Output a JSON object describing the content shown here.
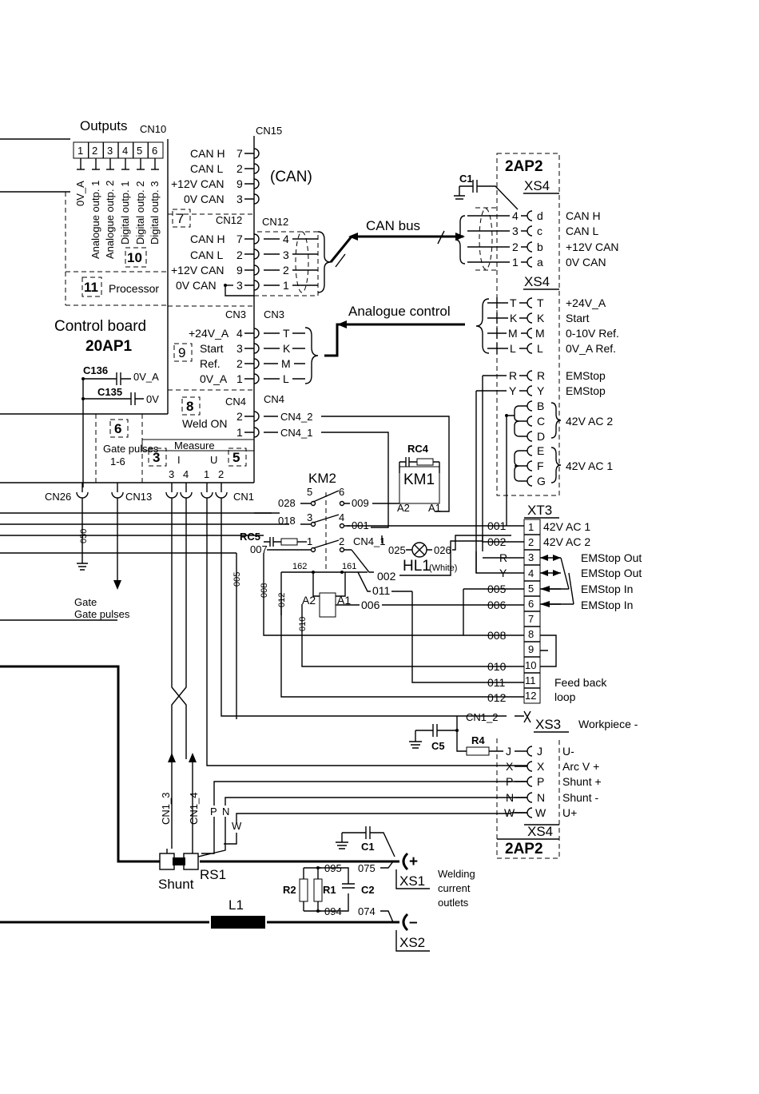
{
  "control_board": {
    "title": "Control board",
    "id": "20AP1"
  },
  "outputs": {
    "title": "Outputs",
    "connector": "CN10",
    "pins": [
      "1",
      "2",
      "3",
      "4",
      "5",
      "6"
    ],
    "labels": [
      "0V_A",
      "Analogue outp. 1",
      "Analogue outp. 2",
      "Digital outp. 1",
      "Digital outp. 2",
      "Digital outp. 3"
    ]
  },
  "blocks": {
    "b7": "7",
    "b10": "10",
    "b11": "11",
    "b9": "9",
    "b8": "8",
    "b6": "6",
    "b3": "3",
    "b5": "5"
  },
  "processor_label": "Processor",
  "can_label": "(CAN)",
  "cn15": {
    "name": "CN15",
    "rows": [
      [
        "CAN H",
        "7"
      ],
      [
        "CAN L",
        "2"
      ],
      [
        "+12V CAN",
        "9"
      ],
      [
        "0V CAN",
        "3"
      ]
    ]
  },
  "cn12": {
    "name": "CN12",
    "mate": "CN12",
    "rows": [
      [
        "CAN H",
        "7",
        "4"
      ],
      [
        "CAN L",
        "2",
        "3"
      ],
      [
        "+12V CAN",
        "9",
        "2"
      ],
      [
        "0V CAN",
        "3",
        "1"
      ]
    ]
  },
  "cn3": {
    "name": "CN3",
    "mate": "CN3",
    "rows": [
      [
        "+24V_A",
        "4",
        "T"
      ],
      [
        "Start",
        "3",
        "K"
      ],
      [
        "Ref.",
        "2",
        "M"
      ],
      [
        "0V_A",
        "1",
        "L"
      ]
    ]
  },
  "cn4": {
    "name": "CN4",
    "mate": "CN4",
    "weld_on": "Weld ON",
    "pins": [
      "2",
      "1"
    ],
    "wires": [
      "CN4_2",
      "CN4_1"
    ]
  },
  "caps_left": {
    "c136": "C136",
    "c136_net": "0V_A",
    "c135": "C135",
    "c135_net": "0V"
  },
  "gate": {
    "title": "Gate pulses",
    "range": "1-6",
    "bottom": "Gate pulses"
  },
  "measure": {
    "title": "Measure",
    "i": "I",
    "u": "U",
    "pins": [
      "3",
      "4",
      "1",
      "2"
    ]
  },
  "connectors_bottom": {
    "cn26": "CN26",
    "cn13": "CN13",
    "cn1": "CN1"
  },
  "net_050": "050",
  "can_bus": "CAN bus",
  "analogue_control": "Analogue control",
  "ap2": {
    "name": "2AP2",
    "c1": "C1",
    "xs4": "XS4"
  },
  "xs4_can": [
    [
      "4",
      "d",
      "CAN H"
    ],
    [
      "3",
      "c",
      "CAN L"
    ],
    [
      "2",
      "b",
      "+12V CAN"
    ],
    [
      "1",
      "a",
      "0V CAN"
    ]
  ],
  "xs4_ctrl": [
    [
      "T",
      "+24V_A"
    ],
    [
      "K",
      "Start"
    ],
    [
      "M",
      "0-10V Ref."
    ],
    [
      "L",
      "0V_A  Ref."
    ]
  ],
  "xs4_em": [
    [
      "R",
      "EMStop"
    ],
    [
      "Y",
      "EMStop"
    ]
  ],
  "xs4_ac": {
    "ac2_pins": [
      "B",
      "C",
      "D"
    ],
    "ac2": "42V AC 2",
    "ac1_pins": [
      "E",
      "F",
      "G"
    ],
    "ac1": "42V AC 1"
  },
  "xt3": {
    "name": "XT3",
    "rows": [
      [
        "1",
        "001",
        "42V AC 1"
      ],
      [
        "2",
        "002",
        "42V AC 2"
      ],
      [
        "3",
        "R",
        "EMStop Out"
      ],
      [
        "4",
        "Y",
        "EMStop Out"
      ],
      [
        "5",
        "005",
        "EMStop In"
      ],
      [
        "6",
        "006",
        "EMStop In"
      ],
      [
        "7",
        "",
        ""
      ],
      [
        "8",
        "008",
        ""
      ],
      [
        "9",
        "",
        ""
      ],
      [
        "10",
        "010",
        ""
      ],
      [
        "11",
        "011",
        ""
      ],
      [
        "12",
        "012",
        ""
      ]
    ],
    "feedback": [
      "Feed back",
      "loop"
    ]
  },
  "km2": {
    "name": "KM2",
    "contacts": [
      [
        "5",
        "6",
        "028",
        "009"
      ],
      [
        "3",
        "4",
        "018",
        "001"
      ],
      [
        "1",
        "2",
        "007",
        "CN4_1"
      ]
    ],
    "coil": [
      "A2",
      "A1"
    ],
    "c162": "162",
    "c161": "161",
    "w002": "002",
    "w011": "011",
    "w006": "006"
  },
  "km1": {
    "name": "KM1",
    "rc": "RC4",
    "pins": [
      "A2",
      "A1"
    ]
  },
  "rc5": "RC5",
  "hl1": {
    "name": "HL1",
    "note": "(White)",
    "w025": "025",
    "w026": "026"
  },
  "wires_vertical": [
    "005",
    "008",
    "012",
    "010"
  ],
  "xs3": {
    "name": "XS3",
    "wire": "CN1_2",
    "label": "Workpiece -"
  },
  "c5": "C5",
  "r4": "R4",
  "xs4_bottom": [
    [
      "J",
      "U-"
    ],
    [
      "X",
      "Arc V +"
    ],
    [
      "P",
      "Shunt +"
    ],
    [
      "N",
      "Shunt -"
    ],
    [
      "W",
      "U+"
    ]
  ],
  "shunt": {
    "wires": [
      "CN1_3",
      "CN1_4",
      "P",
      "N",
      "W"
    ],
    "label": "Shunt",
    "id": "RS1"
  },
  "out": {
    "c1": "C1",
    "r2": "R2",
    "r1": "R1",
    "c2": "C2",
    "n095": "095",
    "n075": "075",
    "n094": "094",
    "n074": "074",
    "xs1": "XS1",
    "xs2": "XS2",
    "plus": "+",
    "minus": "–",
    "label": [
      "Welding",
      "current",
      "outlets"
    ],
    "l1": "L1"
  }
}
